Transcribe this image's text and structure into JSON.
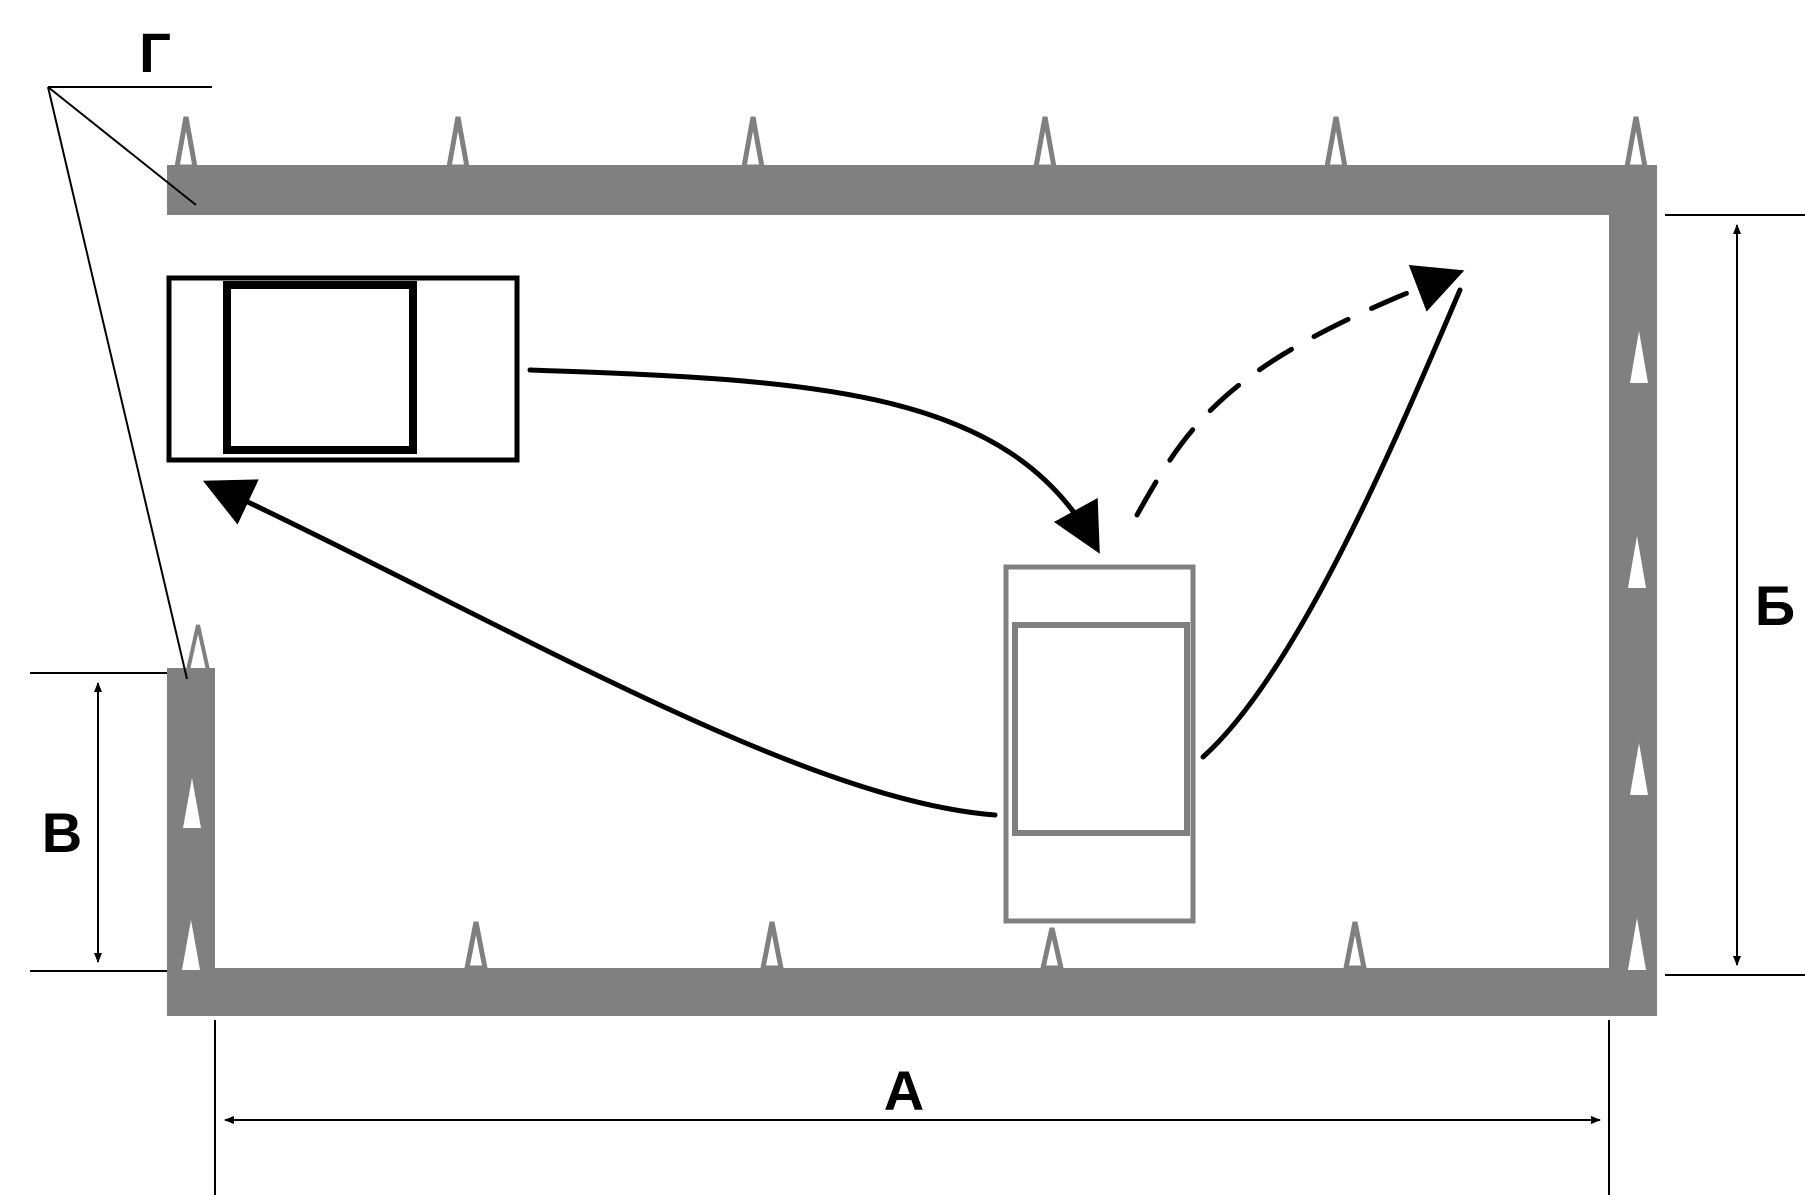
{
  "labels": {
    "a": "А",
    "b": "Б",
    "v": "В",
    "g": "Г"
  },
  "colors": {
    "wall": "#808080",
    "line": "#000000",
    "cone": "#ffffff",
    "cone_outline": "#808080"
  },
  "icons": {
    "cone": "traffic-cone-icon",
    "arrowhead": "arrowhead-icon"
  }
}
